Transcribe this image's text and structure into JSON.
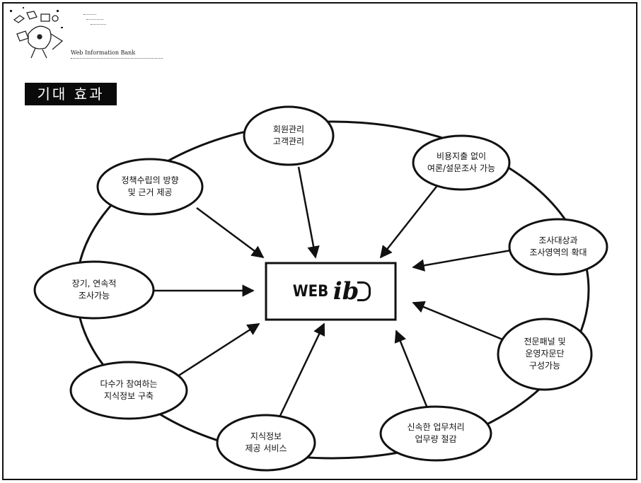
{
  "slide": {
    "title": "기대 효과",
    "logo": {
      "caption": "Web Information Bank"
    },
    "center": {
      "web": "WEB",
      "ib": "ib"
    }
  },
  "nodes": [
    {
      "id": "member",
      "lines": "회원관리\n고객관리"
    },
    {
      "id": "survey",
      "lines": "비용지출 없이\n여론/설문조사 가능"
    },
    {
      "id": "expand",
      "lines": "조사대상과\n조사영역의 확대"
    },
    {
      "id": "panel",
      "lines": "전문패널 및\n운영자문단\n구성가능"
    },
    {
      "id": "fast",
      "lines": "신속한 업무처리\n업무량 절감"
    },
    {
      "id": "service",
      "lines": "지식정보\n제공 서비스"
    },
    {
      "id": "many",
      "lines": "다수가 참여하는\n지식정보 구축"
    },
    {
      "id": "longterm",
      "lines": "장기, 연속적\n조사가능"
    },
    {
      "id": "policy",
      "lines": "정책수립의 방향\n및 근거 제공"
    }
  ]
}
